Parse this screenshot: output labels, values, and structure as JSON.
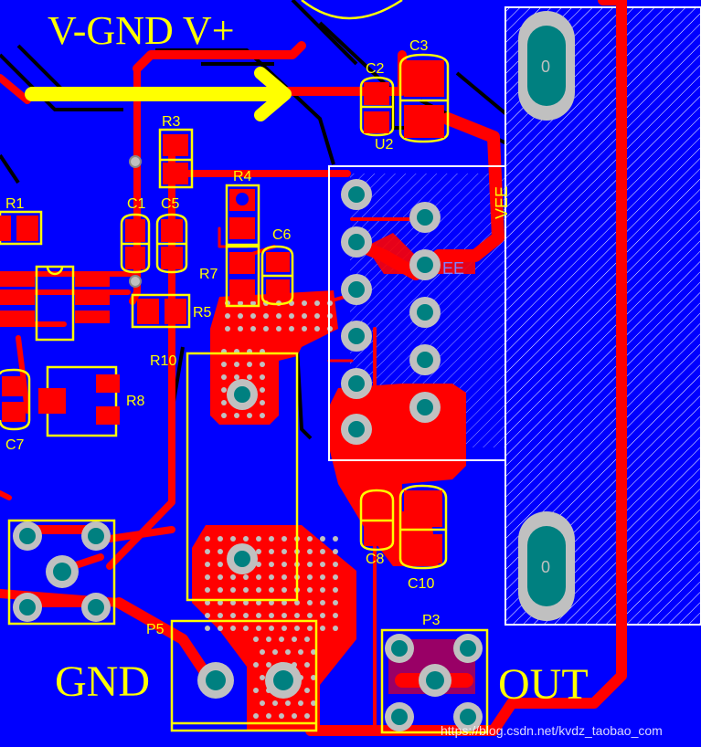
{
  "board": {
    "title_label": "V-GND V+",
    "gnd_label": "GND",
    "out_label": "OUT",
    "watermark": "https://blog.csdn.net/kvdz_taobao_com",
    "colors": {
      "board": "#0000ff",
      "copper": "#ff0000",
      "silkscreen": "#ffff00",
      "pad": "#c0c0c0",
      "pad_hole": "#008080",
      "outline": "#000000"
    }
  },
  "components": {
    "C1": "C1",
    "C2": "C2",
    "C3": "C3",
    "C5": "C5",
    "C6": "C6",
    "C7": "C7",
    "C8": "C8",
    "C10": "C10",
    "R1": "R1",
    "R3": "R3",
    "R4": "R4",
    "R5": "R5",
    "R7": "R7",
    "R8": "R8",
    "R10": "R10",
    "U2": "U2",
    "P3": "P3",
    "P5": "P5",
    "VEE_a": "VEE",
    "VEE_b": "EE",
    "pad_zero_top": "0",
    "pad_zero_bottom": "0"
  }
}
